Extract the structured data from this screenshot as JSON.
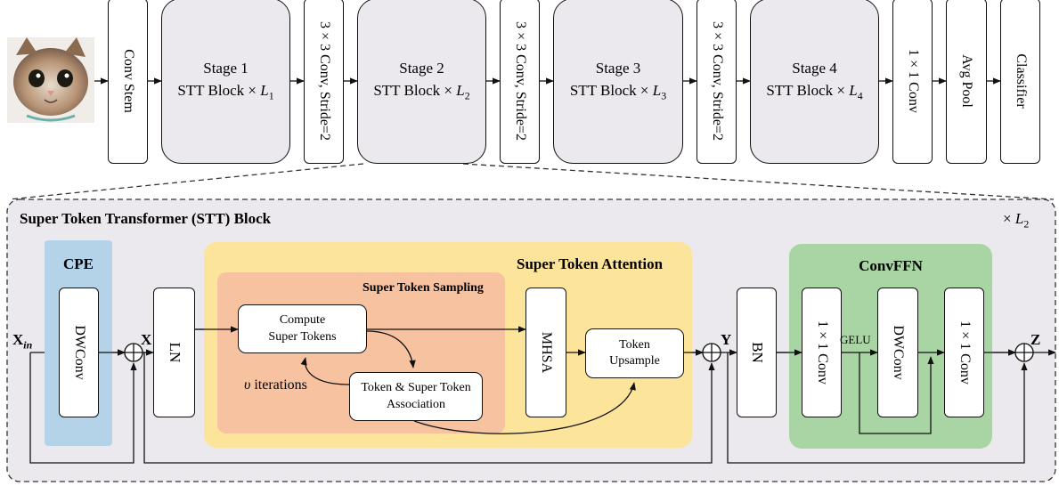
{
  "top": {
    "input_image": "cat-photo",
    "conv_stem": "Conv Stem",
    "stages": [
      {
        "title": "Stage 1",
        "block": "STT Block × ",
        "L": "L",
        "sub": "1"
      },
      {
        "title": "Stage 2",
        "block": "STT Block × ",
        "L": "L",
        "sub": "2"
      },
      {
        "title": "Stage 3",
        "block": "STT Block × ",
        "L": "L",
        "sub": "3"
      },
      {
        "title": "Stage 4",
        "block": "STT Block × ",
        "L": "L",
        "sub": "4"
      }
    ],
    "downsample": "3 × 3 Conv, Stride=2",
    "conv1x1": "1 × 1 Conv",
    "avg_pool": "Avg Pool",
    "classifier": "Classifier"
  },
  "block": {
    "title": "Super Token Transformer (STT) Block",
    "repeat_prefix": "× ",
    "repeat_L": "L",
    "repeat_sub": "2",
    "cpe": {
      "title": "CPE",
      "dwconv": "DWConv"
    },
    "x_in": "X",
    "x_in_sub": "in",
    "x": "X",
    "y": "Y",
    "z": "Z",
    "ln": "LN",
    "sta": {
      "title": "Super Token Attention",
      "sampling_title": "Super Token Sampling",
      "compute": "Compute\nSuper Tokens",
      "association": "Token & Super Token\nAssociation",
      "iterations_var": "υ",
      "iterations": " iterations",
      "mhsa": "MHSA",
      "upsample": "Token\nUpsample"
    },
    "bn": "BN",
    "ffn": {
      "title": "ConvFFN",
      "conv1": "1 × 1 Conv",
      "gelu": "GELU",
      "dwconv": "DWConv",
      "conv2": "1 × 1 Conv"
    }
  },
  "colors": {
    "block_bg": "#ebe8ee",
    "cpe": "#b5d3e8",
    "sta": "#fde49b",
    "sampling": "#f7c2a0",
    "ffn": "#a8d5a3"
  }
}
